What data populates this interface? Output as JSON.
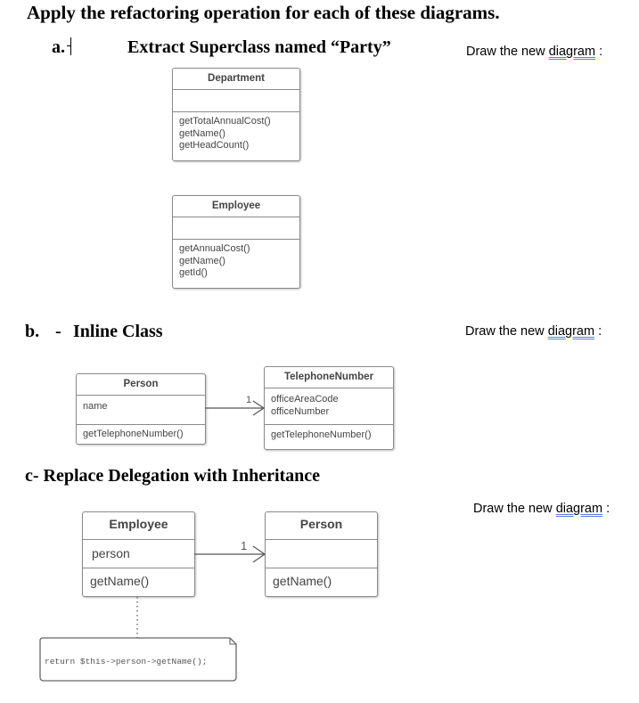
{
  "heading": "Apply the refactoring operation for each of these diagrams.",
  "draw_note": {
    "prefix": "Draw the new ",
    "link": "diagram",
    "suffix": " :"
  },
  "section_a": {
    "marker": "a.",
    "title": "Extract Superclass named “Party”",
    "department": {
      "name": "Department",
      "methods": [
        "getTotalAnnualCost()",
        "getName()",
        "getHeadCount()"
      ]
    },
    "employee": {
      "name": "Employee",
      "methods": [
        "getAnnualCost()",
        "getName()",
        "getId()"
      ]
    }
  },
  "section_b": {
    "marker": "b.",
    "dash": "-",
    "title": "Inline Class",
    "person": {
      "name": "Person",
      "attributes": [
        "name"
      ],
      "methods": [
        "getTelephoneNumber()"
      ]
    },
    "telephone": {
      "name": "TelephoneNumber",
      "attributes": [
        "officeAreaCode",
        "officeNumber"
      ],
      "methods": [
        "getTelephoneNumber()"
      ]
    },
    "multiplicity": "1"
  },
  "section_c": {
    "title": "c- Replace Delegation with Inheritance",
    "employee": {
      "name": "Employee",
      "attributes": [
        "person"
      ],
      "methods": [
        "getName()"
      ]
    },
    "person": {
      "name": "Person",
      "attributes": [],
      "methods": [
        "getName()"
      ]
    },
    "multiplicity": "1",
    "note_code": "return $this->person->getName();"
  }
}
